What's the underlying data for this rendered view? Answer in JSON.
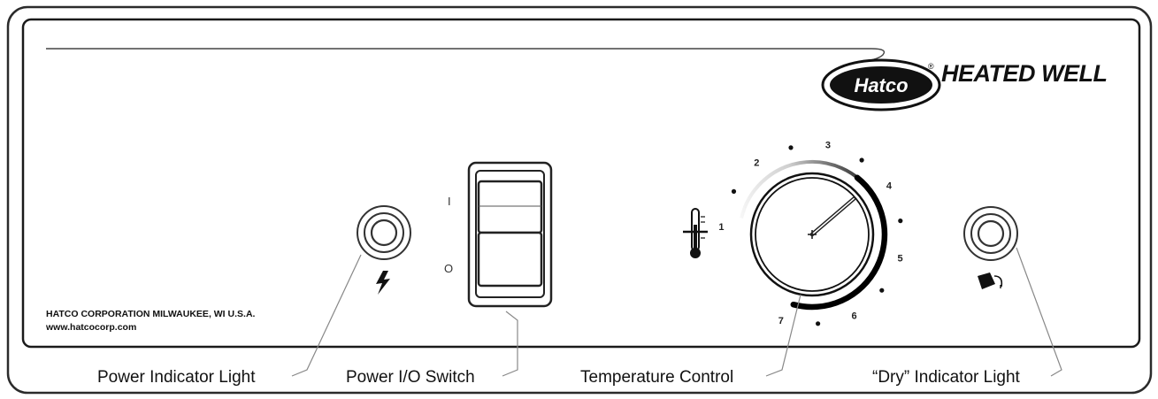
{
  "brand": {
    "logo_text": "Hatco",
    "registered_mark": "®",
    "product_name": "HEATED WELL"
  },
  "company": {
    "line1": "HATCO CORPORATION  MILWAUKEE, WI  U.S.A.",
    "line2": "www.hatcocorp.com"
  },
  "switch": {
    "on_mark": "I",
    "off_mark": "O"
  },
  "dial": {
    "numbers": [
      "1",
      "2",
      "3",
      "4",
      "5",
      "6",
      "7"
    ],
    "pointer_setting": 4
  },
  "callouts": {
    "power_light": "Power Indicator Light",
    "power_switch": "Power I/O Switch",
    "temperature": "Temperature Control",
    "dry_light": "“Dry” Indicator Light"
  },
  "icons": {
    "power_light_symbol": "lightning-bolt-icon",
    "temperature_symbol": "thermometer-icon",
    "dry_light_symbol": "pouring-water-icon"
  }
}
